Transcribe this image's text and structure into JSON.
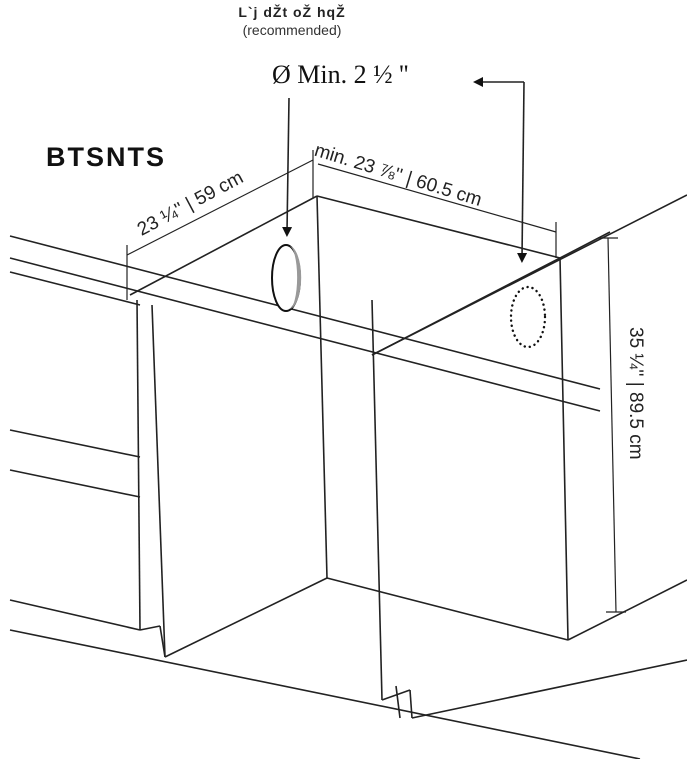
{
  "labels": {
    "garbled_heading": "L`j dŽt oŽ hqŽ",
    "recommended": "(recommended)",
    "diameter": "Ø  Min. 2 ½ ''",
    "section_title": "BTSNTS",
    "depth_dimension": "23 ¼'' | 59 cm",
    "width_dimension": "min. 23 ⅞'' | 60.5 cm",
    "height_dimension": "35 ¼'' | 89.5 cm"
  },
  "colors": {
    "line": "#222222",
    "hole_fill": "#999999",
    "background": "#ffffff"
  },
  "icons": {
    "hole_left": "solid-hole-icon",
    "hole_right": "dotted-hole-icon"
  }
}
